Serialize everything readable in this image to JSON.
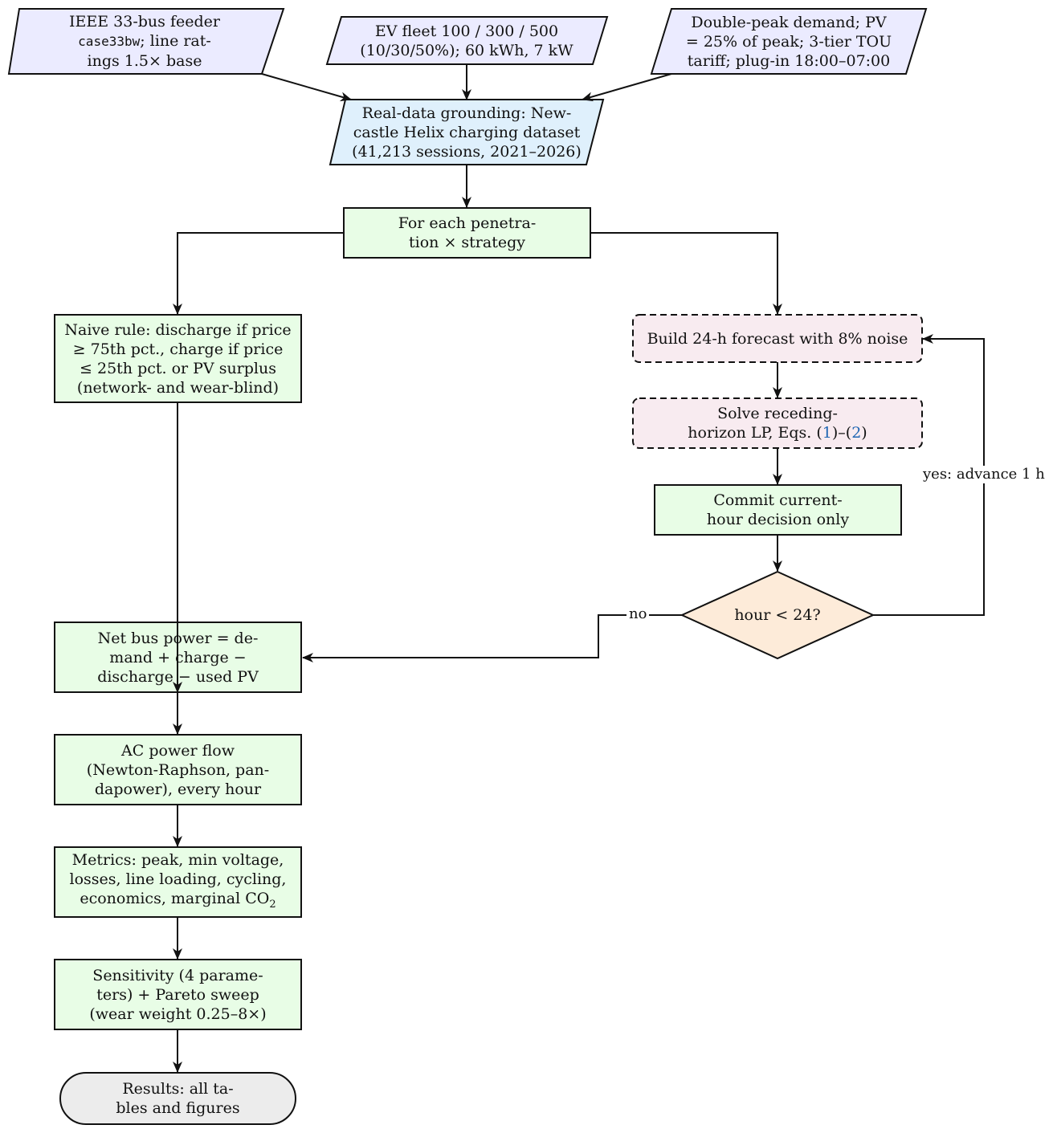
{
  "colors": {
    "input_fill": "#ebebff",
    "dataset_fill": "#dff0fc",
    "process_fill": "#e8fde6",
    "mpc_fill": "#f8ebf0",
    "decision_fill": "#fdebd9",
    "terminal_fill": "#ececec",
    "stroke": "#111111",
    "reference_link": "#1f66b3"
  },
  "nodes": {
    "feeder": {
      "line1": "IEEE 33-bus feeder",
      "line2_code": "case33bw",
      "line2_rest": "; line rat-",
      "line3": "ings 1.5× base"
    },
    "fleet": {
      "line1": "EV fleet 100 / 300 / 500",
      "line2": "(10/30/50%); 60 kWh, 7 kW"
    },
    "demand": {
      "line1": "Double-peak demand; PV",
      "line2": "= 25% of peak; 3-tier TOU",
      "line3": "tariff; plug-in 18:00–07:00"
    },
    "dataset": {
      "line1": "Real-data grounding: New-",
      "line2": "castle Helix charging dataset",
      "line3": "(41,213 sessions, 2021–2026)"
    },
    "loop": {
      "line1": "For each penetra-",
      "line2": "tion × strategy"
    },
    "naive": {
      "line1": "Naive rule: discharge if price",
      "line2": "≥ 75th pct., charge if price",
      "line3": "≤ 25th pct. or PV surplus",
      "line4": "(network- and wear-blind)"
    },
    "forecast": {
      "line1": "Build 24-h forecast with 8% noise"
    },
    "solve": {
      "line1": "Solve receding-",
      "line2_prefix": "horizon LP, Eqs. (",
      "eq1": "1",
      "line2_mid": ")–(",
      "eq2": "2",
      "line2_suffix": ")"
    },
    "commit": {
      "line1": "Commit current-",
      "line2": "hour decision only"
    },
    "decision": {
      "line1": "hour < 24?"
    },
    "netbus": {
      "line1": "Net bus power = de-",
      "line2": "mand + charge −",
      "line3": "discharge − used PV"
    },
    "acflow": {
      "line1": "AC power flow",
      "line2": "(Newton-Raphson, pan-",
      "line3": "dapower), every hour"
    },
    "metrics": {
      "line1": "Metrics: peak, min voltage,",
      "line2": "losses, line loading, cycling,",
      "line3_main": "economics, marginal CO",
      "line3_sub": "2"
    },
    "sensitivity": {
      "line1": "Sensitivity (4 parame-",
      "line2": "ters) + Pareto sweep",
      "line3": "(wear weight 0.25–8×)"
    },
    "results": {
      "line1": "Results: all ta-",
      "line2": "bles and figures"
    }
  },
  "edge_labels": {
    "yes": "yes: advance 1 h",
    "no": "no"
  }
}
